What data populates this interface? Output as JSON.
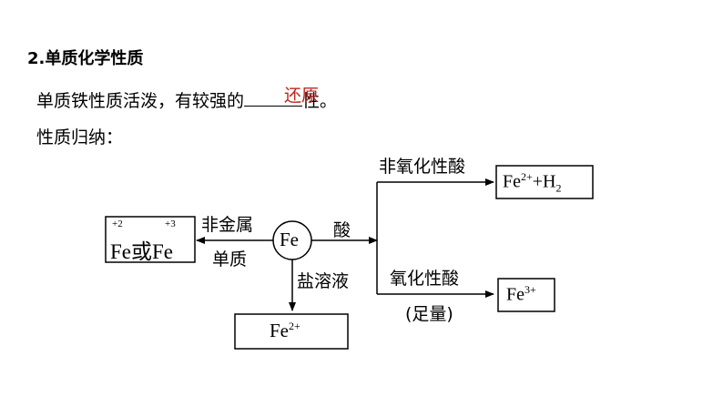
{
  "section": {
    "title": "2.单质化学性质"
  },
  "text": {
    "line1_before": "单质铁性质活泼，有较强的",
    "line1_answer": "还原",
    "line1_after": "性。",
    "line2": "性质归纳："
  },
  "diagram": {
    "center": "Fe",
    "left_box": {
      "charge1": "+2",
      "charge2": "+3",
      "text1": "Fe",
      "conj": "或",
      "text2": "Fe"
    },
    "left_label_top": "非金属",
    "left_label_bottom": "单质",
    "right_label": "酸",
    "down_label": "盐溶液",
    "down_box": {
      "base": "Fe",
      "sup": "2+"
    },
    "upper_branch_label": "非氧化性酸",
    "upper_box": {
      "base": "Fe",
      "sup": "2+",
      "mid": "+H",
      "sub": "2"
    },
    "lower_branch_label": "氧化性酸",
    "lower_branch_note": "(足量)",
    "lower_box": {
      "base": "Fe",
      "sup": "3+"
    }
  }
}
